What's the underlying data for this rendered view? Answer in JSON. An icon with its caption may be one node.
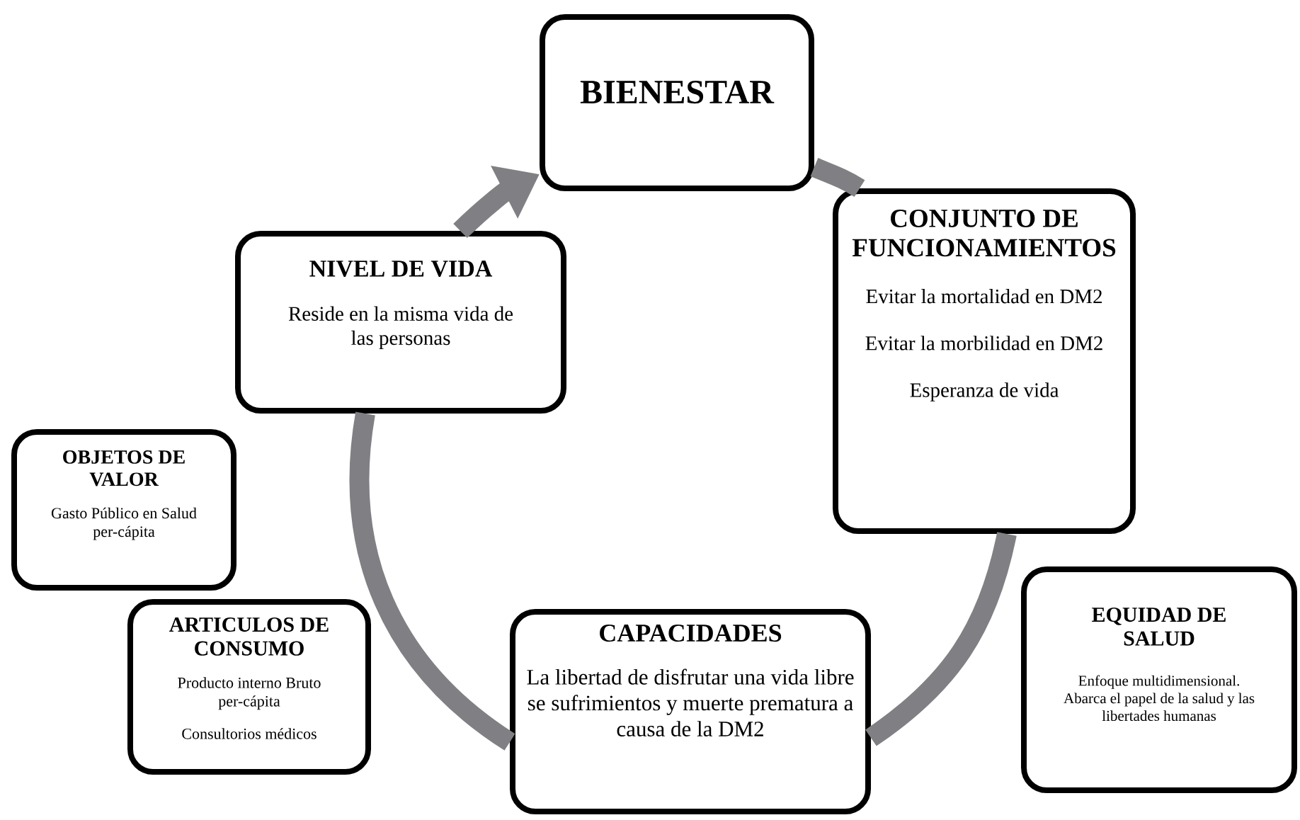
{
  "diagram": {
    "nodes": [
      {
        "text": [
          "BIENESTAR"
        ]
      },
      {
        "text": [
          "NIVEL DE VIDA",
          "Reside en la misma vida de las personas"
        ]
      },
      {
        "text": [
          "CONJUNTO DE FUNCIONAMIENTOS",
          "Evitar la mortalidad en DM2",
          "Evitar la morbilidad en DM2",
          "Esperanza de vida"
        ]
      },
      {
        "text": [
          "OBJETOS DE VALOR",
          "Gasto Público en Salud per-cápita"
        ]
      },
      {
        "text": [
          "EQUIDAD DE SALUD",
          "Enfoque multidimensional. Abarca el papel de la salud y las libertades humanas"
        ]
      },
      {
        "text": [
          "ARTICULOS DE CONSUMO",
          "Producto interno Bruto per-cápita",
          "Consultorios médicos"
        ]
      },
      {
        "text": [
          "CAPACIDADES",
          "La libertad de disfrutar una vida libre se sufrimientos y muerte prematura a causa de la DM2"
        ]
      }
    ],
    "edges": [
      {
        "from": 0,
        "to": 2,
        "arrow": "none"
      },
      {
        "from": 2,
        "to": 6,
        "arrow": "none"
      },
      {
        "from": 6,
        "to": 1,
        "arrow": "none"
      },
      {
        "from": 1,
        "to": 0,
        "arrow": "to"
      }
    ]
  }
}
